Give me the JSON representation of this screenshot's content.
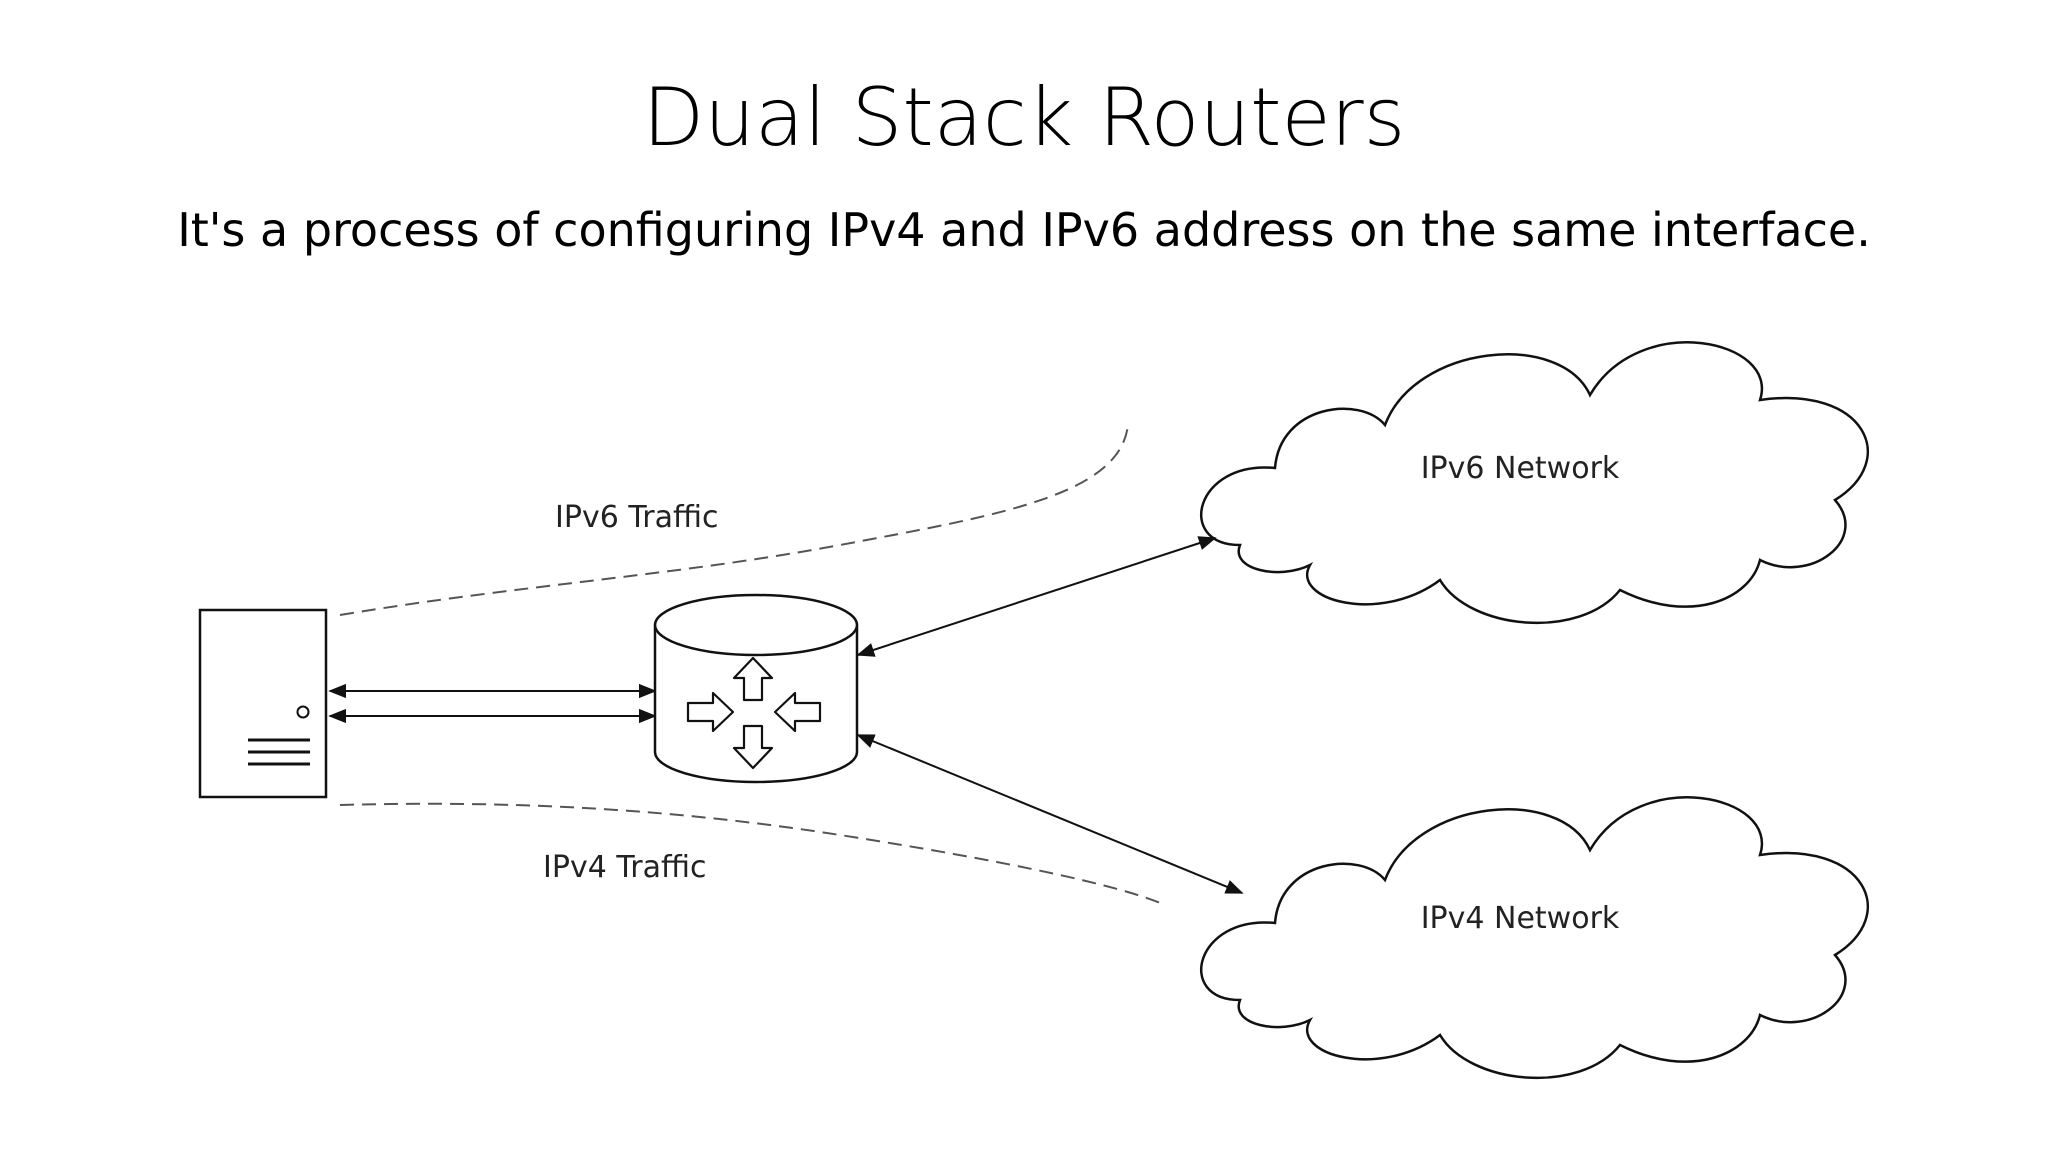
{
  "slide": {
    "title": "Dual Stack Routers",
    "subtitle": "It's a process of configuring IPv4 and IPv6 address on the same interface."
  },
  "diagram": {
    "ipv6_traffic_label": "IPv6 Traffic",
    "ipv4_traffic_label": "IPv4 Traffic",
    "ipv6_network_label": "IPv6 Network",
    "ipv4_network_label": "IPv4 Network",
    "host_icon": "server-icon",
    "router_icon": "router-icon",
    "cloud_icon": "cloud-icon"
  }
}
